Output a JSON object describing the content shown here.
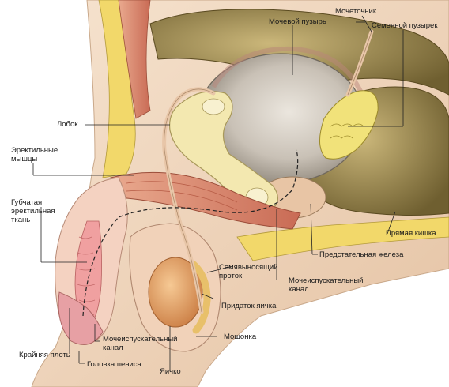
{
  "labels": {
    "bladder": "Мочевой пузырь",
    "ureter": "Мочеточник",
    "seminal_vesicle": "Семенной пузырек",
    "pubis": "Лобок",
    "erectile_muscles_1": "Эректильные",
    "erectile_muscles_2": "мышцы",
    "spongy_1": "Губчатая",
    "spongy_2": "эректильная",
    "spongy_3": "ткань",
    "rectum": "Прямая кишка",
    "prostate": "Предстательная железа",
    "vas_deferens_1": "Семявыносящий",
    "vas_deferens_2": "проток",
    "urethra_1": "Мочеиспускательный",
    "urethra_2": "канал",
    "epididymis": "Придаток яичка",
    "penile_urethra_1": "Мочеиспускательный",
    "penile_urethra_2": "канал",
    "scrotum": "Мошонка",
    "foreskin": "Крайняя плоть",
    "glans": "Головка пениса",
    "testicle": "Яичко"
  },
  "colors": {
    "skin": "#f1d9c2",
    "muscle": "#d98a70",
    "bone": "#f3e8b0",
    "fat": "#f2d86a",
    "bladder": "#cfc7bd",
    "bowel": "#9e8a4e",
    "testis": "#e7a86e",
    "spongy": "#f0a0a0",
    "line": "#222222"
  }
}
